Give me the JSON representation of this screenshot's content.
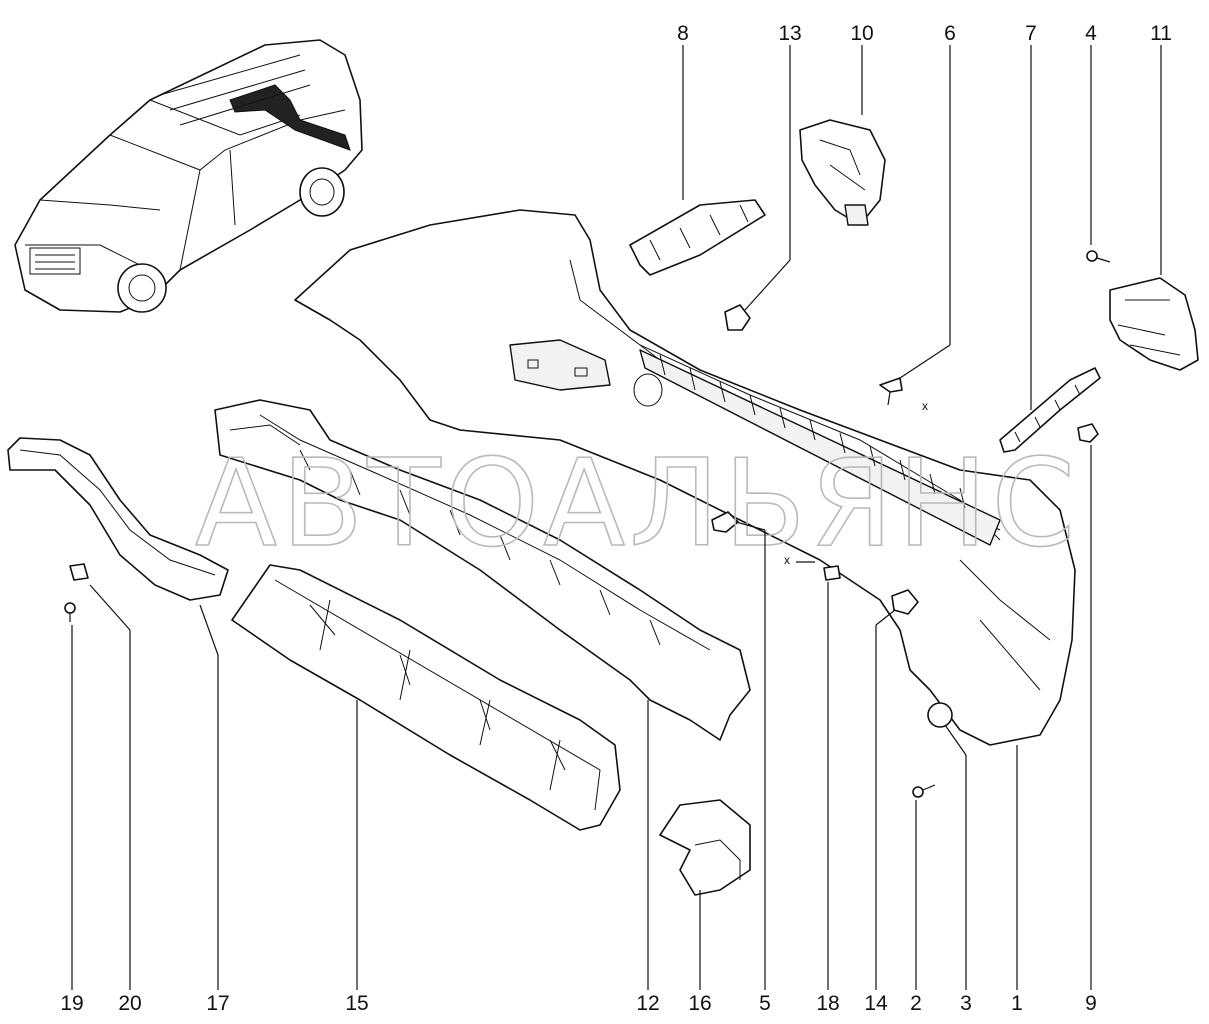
{
  "diagram": {
    "watermark": "АВТОАЛЬЯНС",
    "axis_mark": "x",
    "callouts": [
      {
        "id": "1",
        "label": "1"
      },
      {
        "id": "2",
        "label": "2"
      },
      {
        "id": "3",
        "label": "3"
      },
      {
        "id": "4",
        "label": "4"
      },
      {
        "id": "5",
        "label": "5"
      },
      {
        "id": "6",
        "label": "6"
      },
      {
        "id": "7",
        "label": "7"
      },
      {
        "id": "8",
        "label": "8"
      },
      {
        "id": "9",
        "label": "9"
      },
      {
        "id": "10",
        "label": "10"
      },
      {
        "id": "11",
        "label": "11"
      },
      {
        "id": "12",
        "label": "12"
      },
      {
        "id": "13",
        "label": "13"
      },
      {
        "id": "14",
        "label": "14"
      },
      {
        "id": "15",
        "label": "15"
      },
      {
        "id": "16",
        "label": "16"
      },
      {
        "id": "17",
        "label": "17"
      },
      {
        "id": "18",
        "label": "18"
      },
      {
        "id": "19",
        "label": "19"
      },
      {
        "id": "20",
        "label": "20"
      }
    ]
  }
}
